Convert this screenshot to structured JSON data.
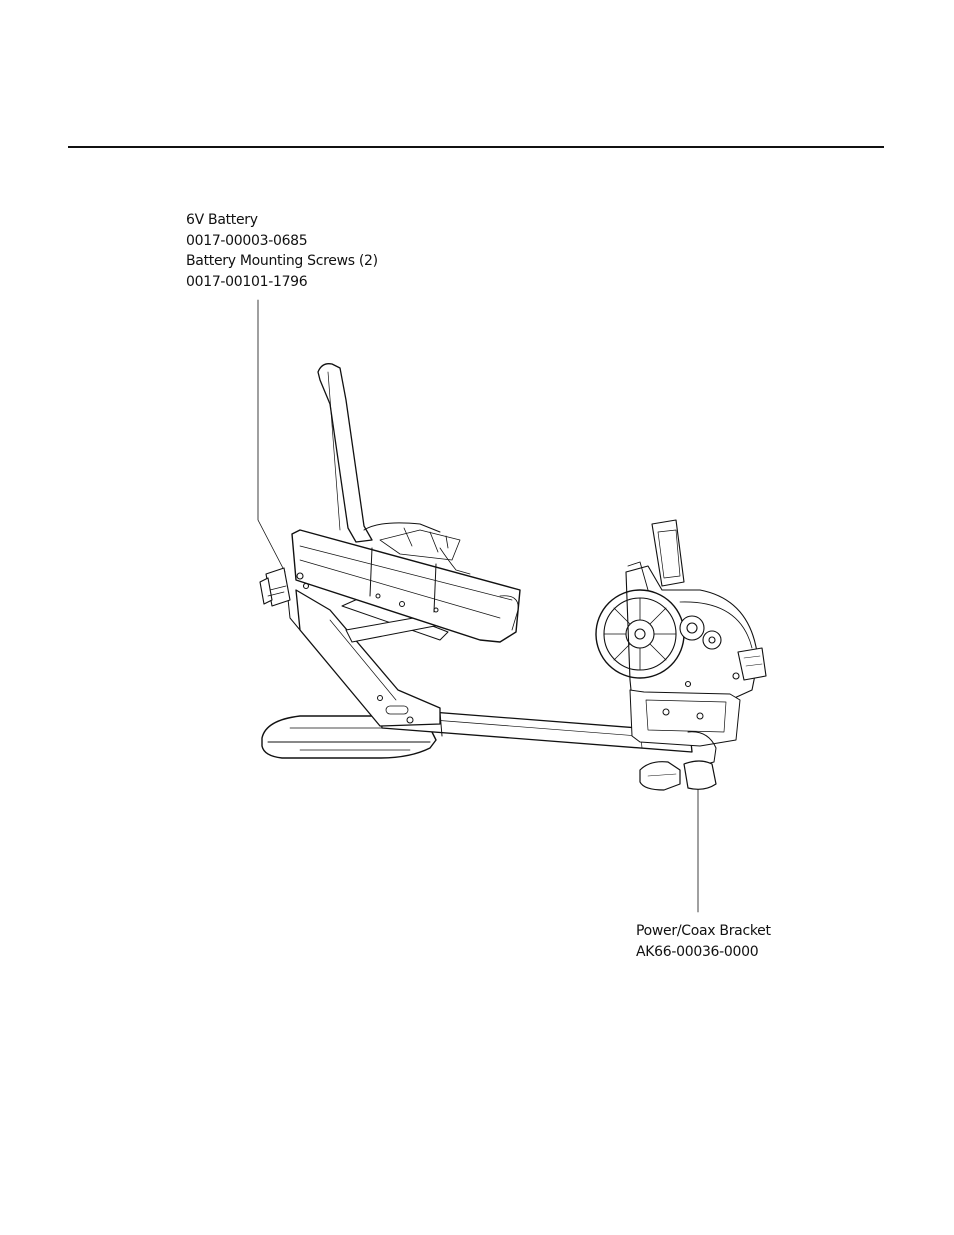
{
  "callouts": {
    "battery": {
      "line1": "6V Battery",
      "line2": "0017-00003-0685",
      "line3": "Battery Mounting Screws (2)",
      "line4": "0017-00101-1796"
    },
    "bracket": {
      "line1": "Power/Coax Bracket",
      "line2": "AK66-00036-0000"
    }
  }
}
